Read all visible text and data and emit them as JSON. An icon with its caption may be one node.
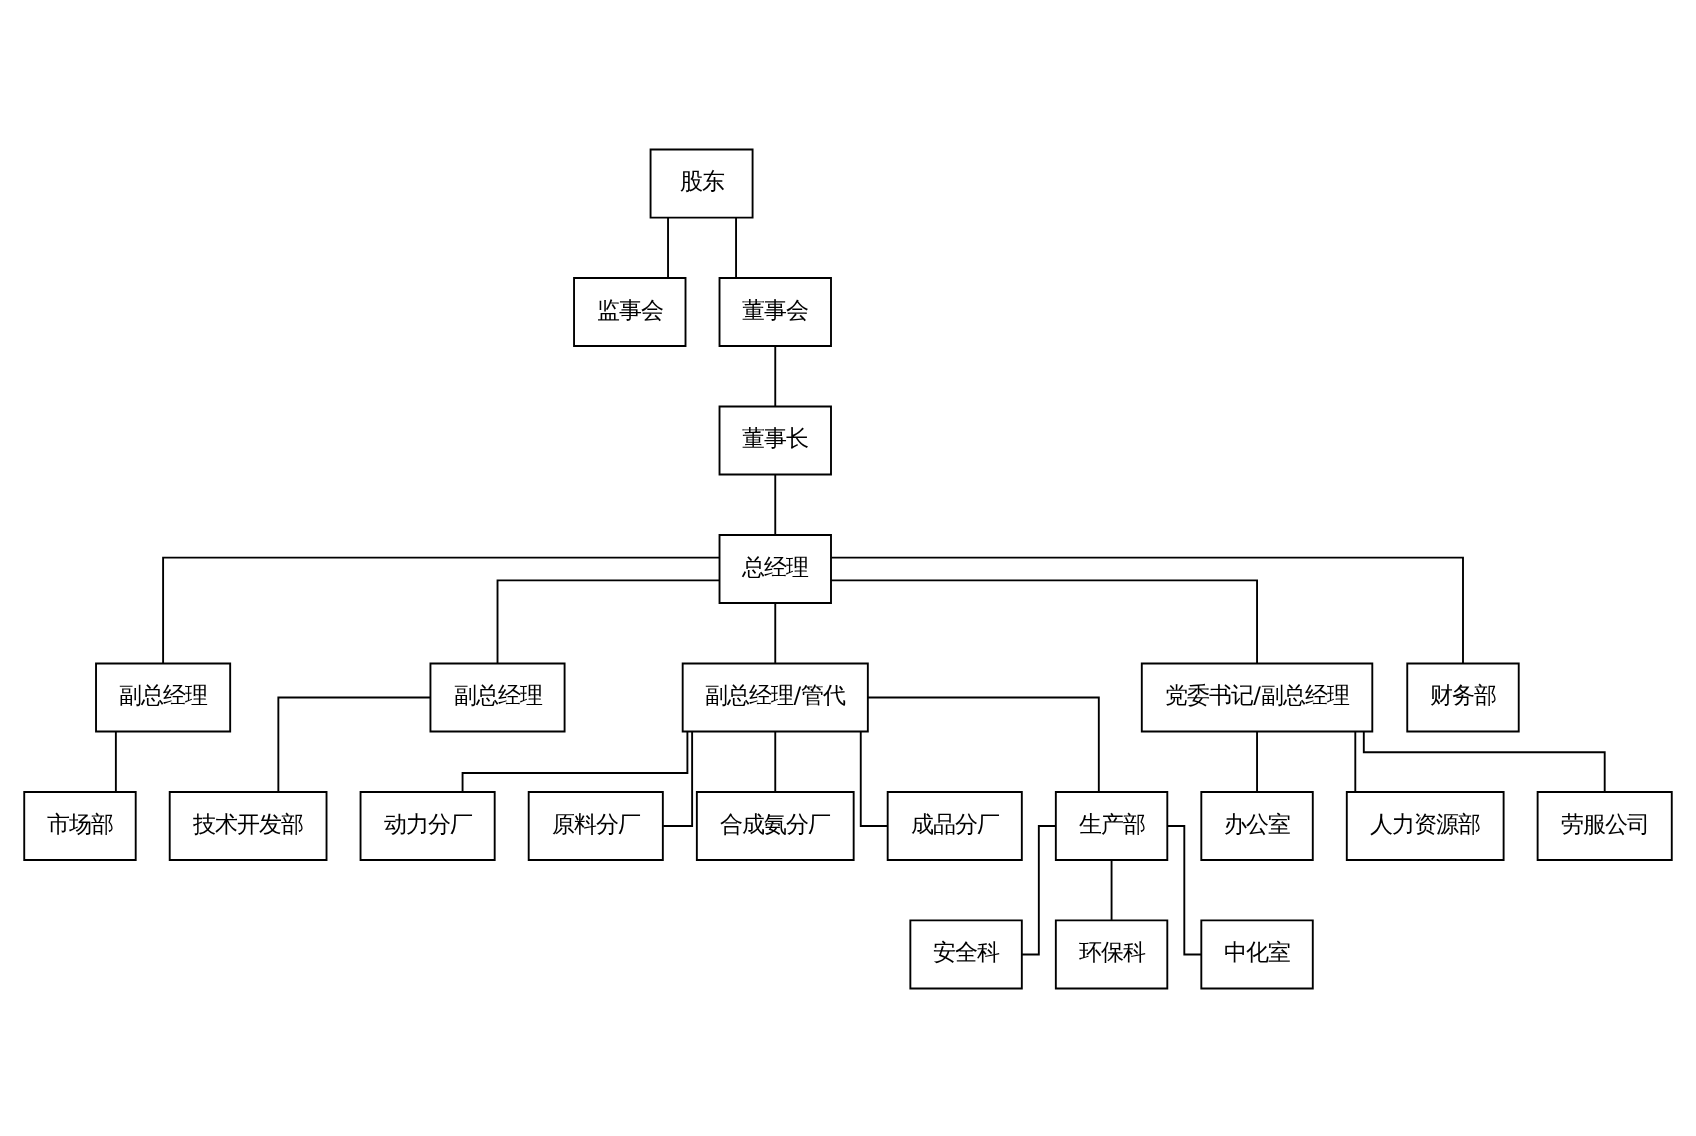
{
  "diagram": {
    "nodes": [
      {
        "text": [
          "股东"
        ]
      },
      {
        "text": [
          "监事会"
        ]
      },
      {
        "text": [
          "董事会"
        ]
      },
      {
        "text": [
          "董事长"
        ]
      },
      {
        "text": [
          "总经理"
        ]
      },
      {
        "text": [
          "副总经理"
        ]
      },
      {
        "text": [
          "副总经理"
        ]
      },
      {
        "text": [
          "副总经理/管代"
        ]
      },
      {
        "text": [
          "党委书记/副总经理"
        ]
      },
      {
        "text": [
          "财务部"
        ]
      },
      {
        "text": [
          "市场部"
        ]
      },
      {
        "text": [
          "技术开发部"
        ]
      },
      {
        "text": [
          "动力分厂"
        ]
      },
      {
        "text": [
          "原料分厂"
        ]
      },
      {
        "text": [
          "合成氨分厂"
        ]
      },
      {
        "text": [
          "成品分厂"
        ]
      },
      {
        "text": [
          "生产部"
        ]
      },
      {
        "text": [
          "办公室"
        ]
      },
      {
        "text": [
          "人力资源部"
        ]
      },
      {
        "text": [
          "劳服公司"
        ]
      },
      {
        "text": [
          "安全科"
        ]
      },
      {
        "text": [
          "环保科"
        ]
      },
      {
        "text": [
          "中化室"
        ]
      }
    ],
    "edges": [
      {
        "from": 0,
        "to": 2,
        "arrow": "none"
      },
      {
        "from": 0,
        "to": 1,
        "arrow": "none"
      },
      {
        "from": 2,
        "to": 3,
        "arrow": "none"
      },
      {
        "from": 3,
        "to": 4,
        "arrow": "none"
      },
      {
        "from": 4,
        "to": 5,
        "arrow": "none"
      },
      {
        "from": 4,
        "to": 6,
        "arrow": "none"
      },
      {
        "from": 4,
        "to": 7,
        "arrow": "none"
      },
      {
        "from": 4,
        "to": 8,
        "arrow": "none"
      },
      {
        "from": 4,
        "to": 9,
        "arrow": "none"
      },
      {
        "from": 5,
        "to": 10,
        "arrow": "none"
      },
      {
        "from": 6,
        "to": 11,
        "arrow": "none"
      },
      {
        "from": 7,
        "to": 12,
        "arrow": "none"
      },
      {
        "from": 7,
        "to": 13,
        "arrow": "none"
      },
      {
        "from": 7,
        "to": 14,
        "arrow": "none"
      },
      {
        "from": 7,
        "to": 15,
        "arrow": "none"
      },
      {
        "from": 7,
        "to": 16,
        "arrow": "none"
      },
      {
        "from": 8,
        "to": 17,
        "arrow": "none"
      },
      {
        "from": 8,
        "to": 18,
        "arrow": "none"
      },
      {
        "from": 8,
        "to": 19,
        "arrow": "none"
      },
      {
        "from": 16,
        "to": 20,
        "arrow": "none"
      },
      {
        "from": 16,
        "to": 21,
        "arrow": "none"
      },
      {
        "from": 16,
        "to": 22,
        "arrow": "none"
      }
    ]
  }
}
